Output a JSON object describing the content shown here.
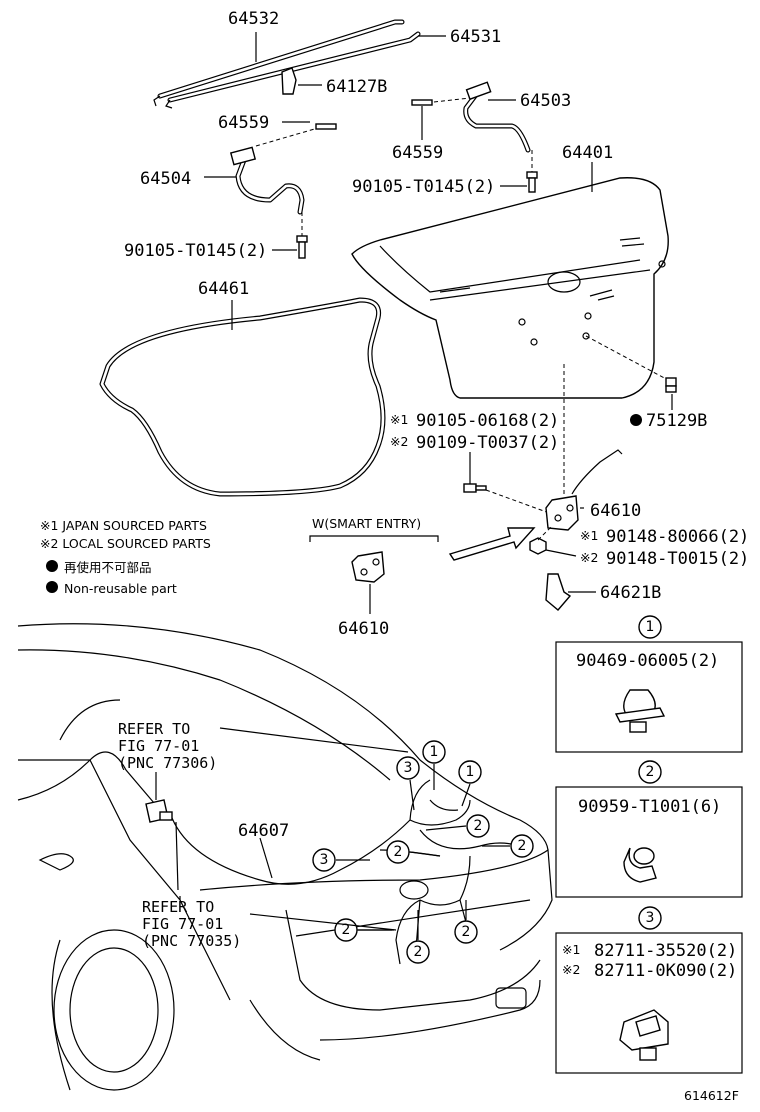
{
  "labels": {
    "p64532": "64532",
    "p64531": "64531",
    "p64127b": "64127B",
    "p64503": "64503",
    "p64559a": "64559",
    "p64559b": "64559",
    "p64401": "64401",
    "p64504": "64504",
    "p90105a": "90105-T0145(2)",
    "p90105b": "90105-T0145(2)",
    "p64461": "64461",
    "p75129b": "75129B",
    "p90105_06168": "90105-06168(2)",
    "p90109": "90109-T0037(2)",
    "p64610a": "64610",
    "p90148a": "90148-80066(2)",
    "p90148b": "90148-T0015(2)",
    "p64621b": "64621B",
    "p64610b": "64610",
    "p64607": "64607"
  },
  "marks": {
    "m1": "※1",
    "m2": "※2"
  },
  "notes": {
    "japan": "※1 JAPAN SOURCED PARTS",
    "local": "※2 LOCAL SOURCED PARTS",
    "jp_nonreuse": "再使用不可部品",
    "nonreuse": "Non-reusable part",
    "smart_entry": "W(SMART ENTRY)"
  },
  "refs": {
    "ref1_l1": "REFER TO",
    "ref1_l2": "FIG 77-01",
    "ref1_l3": "(PNC 77306)",
    "ref2_l1": "REFER TO",
    "ref2_l2": "FIG 77-01",
    "ref2_l3": "(PNC 77035)"
  },
  "callouts": {
    "c1": "1",
    "c2": "2",
    "c3": "3"
  },
  "boxes": {
    "box1_part": "90469-06005(2)",
    "box2_part": "90959-T1001(6)",
    "box3_part1": "82711-35520(2)",
    "box3_part2": "82711-0K090(2)"
  },
  "figure_id": "614612F"
}
